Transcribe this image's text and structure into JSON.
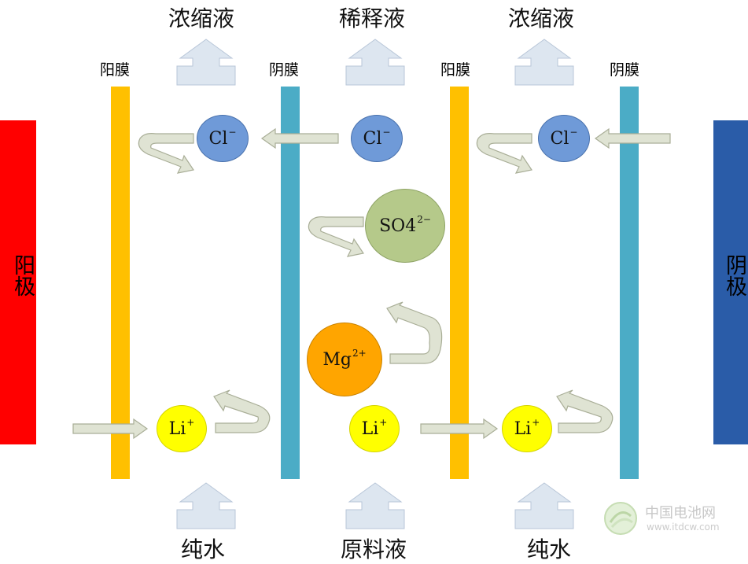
{
  "electrodes": {
    "anode": {
      "label": "阳极",
      "color": "#ff0000"
    },
    "cathode": {
      "label": "阴极",
      "color": "#2a5ca8"
    }
  },
  "membranes": {
    "cation_label": "阳膜",
    "anion_label": "阴膜",
    "cation_color": "#ffc000",
    "anion_color": "#4bacc6"
  },
  "top_streams": [
    "浓缩液",
    "稀释液",
    "浓缩液"
  ],
  "bottom_streams": [
    "纯水",
    "原料液",
    "纯水"
  ],
  "ions": {
    "cl": {
      "base": "Cl",
      "charge": "−",
      "color": "#6f9ad8"
    },
    "so4": {
      "base": "SO4",
      "charge": "2−",
      "color": "#b5c98a"
    },
    "mg": {
      "base": "Mg",
      "charge": "2+",
      "color": "#ffa500"
    },
    "li": {
      "base": "Li",
      "charge": "+",
      "color": "#ffff00"
    }
  },
  "watermark": {
    "brand": "中国电池网",
    "url": "www.itdcw.com"
  }
}
